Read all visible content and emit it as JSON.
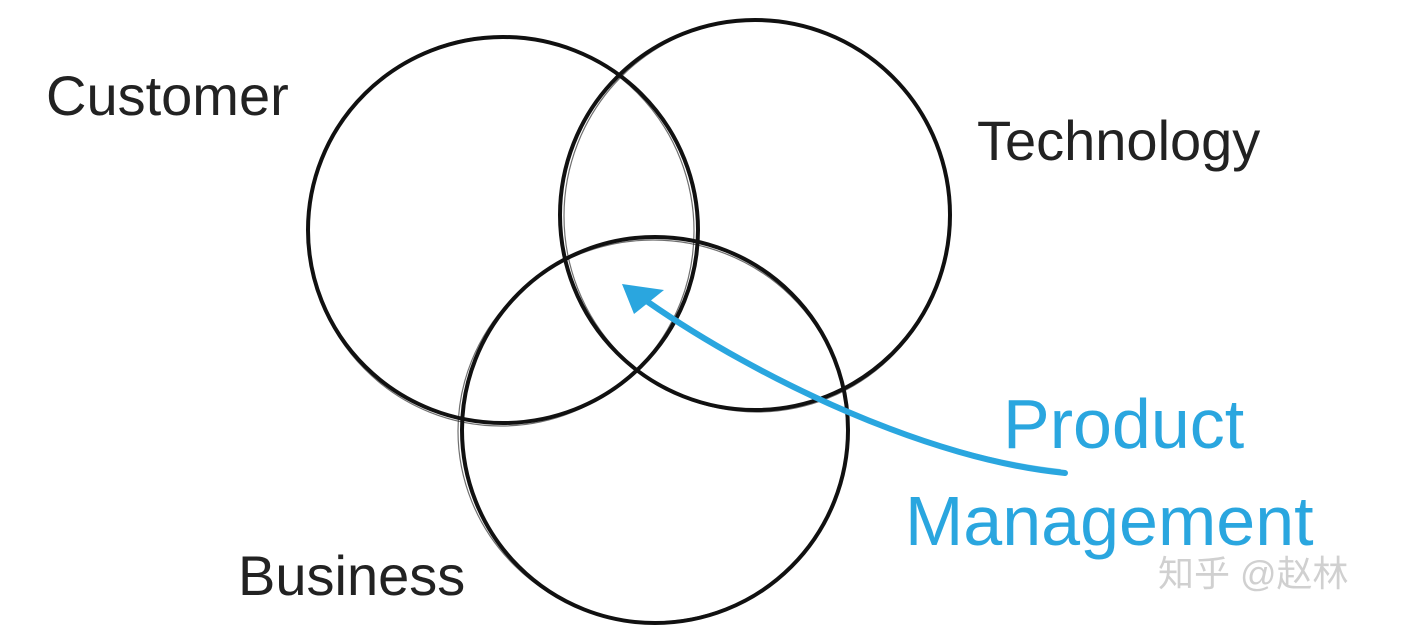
{
  "diagram": {
    "circles": [
      {
        "id": "customer",
        "label": "Customer"
      },
      {
        "id": "technology",
        "label": "Technology"
      },
      {
        "id": "business",
        "label": "Business"
      }
    ],
    "focus_label_line1": "Product",
    "focus_label_line2": "Management",
    "watermark": "知乎 @赵林",
    "colors": {
      "outline": "#111111",
      "text": "#222222",
      "accent": "#2aa6df",
      "watermark": "#d0d0d0"
    }
  }
}
